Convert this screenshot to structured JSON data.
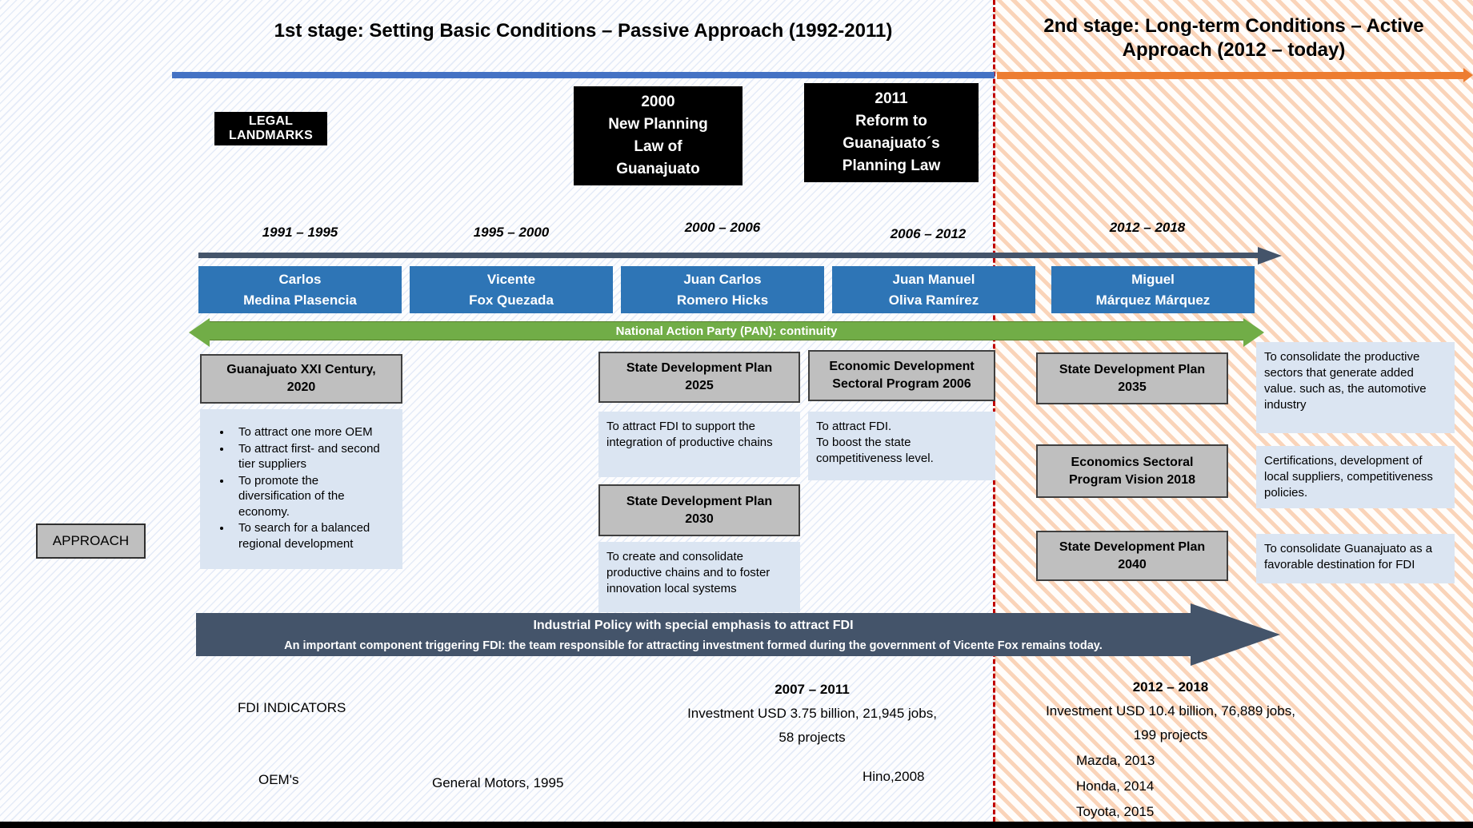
{
  "stages": {
    "first": {
      "title": "1st stage: Setting Basic Conditions – Passive Approach (1992-2011)",
      "accent": "#4472C4"
    },
    "second": {
      "title": "2nd stage: Long-term Conditions – Active\nApproach (2012 – today)",
      "accent": "#ED7D31"
    }
  },
  "legal_landmarks": {
    "label": "LEGAL LANDMARKS",
    "events": [
      {
        "text": "2000\nNew Planning\nLaw of\nGuanajuato"
      },
      {
        "text": "2011\nReform to\nGuanajuato´s\nPlanning Law"
      }
    ]
  },
  "timeline": {
    "periods": [
      "1991 – 1995",
      "1995 – 2000",
      "2000 – 2006",
      "2006 – 2012",
      "2012 – 2018"
    ],
    "governors": [
      "Carlos\nMedina Plasencia",
      "Vicente\nFox Quezada",
      "Juan Carlos\nRomero Hicks",
      "Juan Manuel\nOliva Ramírez",
      "Miguel\nMárquez Márquez"
    ],
    "party_continuity": "National Action Party (PAN): continuity"
  },
  "approach": {
    "label": "APPROACH",
    "col1": {
      "plan": "Guanajuato XXI Century,\n2020",
      "bullets": [
        "To attract one more OEM",
        "To attract first- and second tier suppliers",
        "To promote the diversification of the economy.",
        "To search for a balanced regional development"
      ]
    },
    "col2": {
      "plan_2025": "State Development Plan\n2025",
      "desc_2025": "To attract FDI to support the integration of productive chains",
      "program_2006": "Economic Development\nSectoral Program 2006",
      "desc_2006": "To attract FDI.\nTo boost the state competitiveness level.",
      "plan_2030": "State Development Plan\n2030",
      "desc_2030": "To create and consolidate productive chains and to foster innovation local systems"
    },
    "col3": {
      "plan_2035": "State Development Plan\n2035",
      "desc_2035": "To consolidate the productive sectors that generate added value. such as, the automotive industry",
      "program_2018": "Economics Sectoral\nProgram Vision 2018",
      "desc_2018": "Certifications, development of local suppliers, competitiveness policies.",
      "plan_2040": "State Development Plan\n2040",
      "desc_2040": "To consolidate Guanajuato as a favorable destination for FDI"
    }
  },
  "industrial_policy": {
    "line1": "Industrial Policy with special emphasis to attract FDI",
    "line2": "An important component triggering FDI: the team responsible for attracting investment formed during the government of Vicente Fox remains today."
  },
  "fdi": {
    "label": "FDI INDICATORS",
    "period1": {
      "range": "2007 – 2011",
      "line1": "Investment USD 3.75 billion, 21,945 jobs,",
      "line2": "58 projects"
    },
    "period2": {
      "range": "2012 – 2018",
      "line1": "Investment USD 10.4 billion, 76,889 jobs,",
      "line2": "199 projects"
    }
  },
  "oems": {
    "label": "OEM's",
    "gm": "General Motors, 1995",
    "hino": "Hino,2008",
    "stage2_list": "Mazda, 2013\nHonda, 2014\nToyota, 2015"
  },
  "colors": {
    "governor_blue": "#2E75B6",
    "pan_green": "#71AD47",
    "policy_navy": "#44546A",
    "plan_gray": "#BFBFBF",
    "desc_blue": "#DBE5F2",
    "divider_red": "#C00000"
  }
}
